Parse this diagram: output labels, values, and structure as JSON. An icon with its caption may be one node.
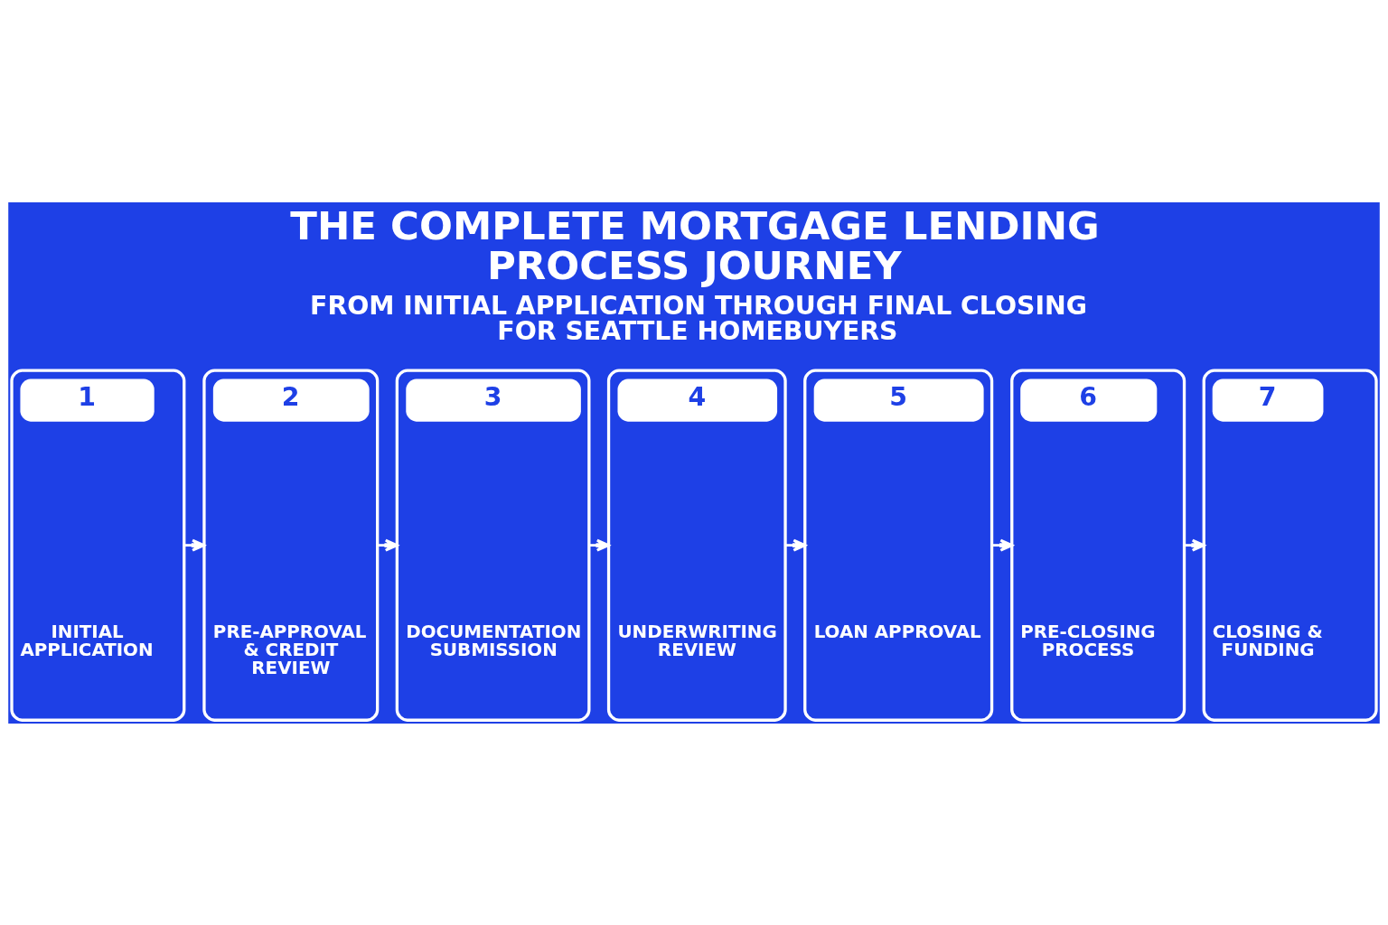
{
  "diagram": {
    "title": "THE COMPLETE MORTGAGE LENDING PROCESS JOURNEY",
    "nodes": [
      {
        "text": [
          "1",
          "INITIAL APPLICATION"
        ]
      },
      {
        "text": [
          "2",
          "PRE-APPROVAL & CREDIT REVIEW"
        ]
      },
      {
        "text": [
          "3",
          "DOCUMENTATION SUBMISSION"
        ]
      },
      {
        "text": [
          "4",
          "UNDERWRITING REVIEW"
        ]
      },
      {
        "text": [
          "5",
          "LOAN APPROVAL"
        ]
      },
      {
        "text": [
          "6",
          "PRE-CLOSING PROCESS"
        ]
      },
      {
        "text": [
          "7",
          "CLOSING & FUNDING"
        ]
      }
    ],
    "edges": [
      {
        "from": 0,
        "to": 1,
        "arrow": "to"
      },
      {
        "from": 1,
        "to": 2,
        "arrow": "to"
      },
      {
        "from": 2,
        "to": 3,
        "arrow": "to"
      },
      {
        "from": 3,
        "to": 4,
        "arrow": "to"
      },
      {
        "from": 4,
        "to": 5,
        "arrow": "to"
      },
      {
        "from": 5,
        "to": 6,
        "arrow": "to"
      }
    ],
    "labels": [
      "FROM INITIAL APPLICATION THROUGH FINAL CLOSING FOR SEATTLE HOMEBUYERS"
    ]
  }
}
